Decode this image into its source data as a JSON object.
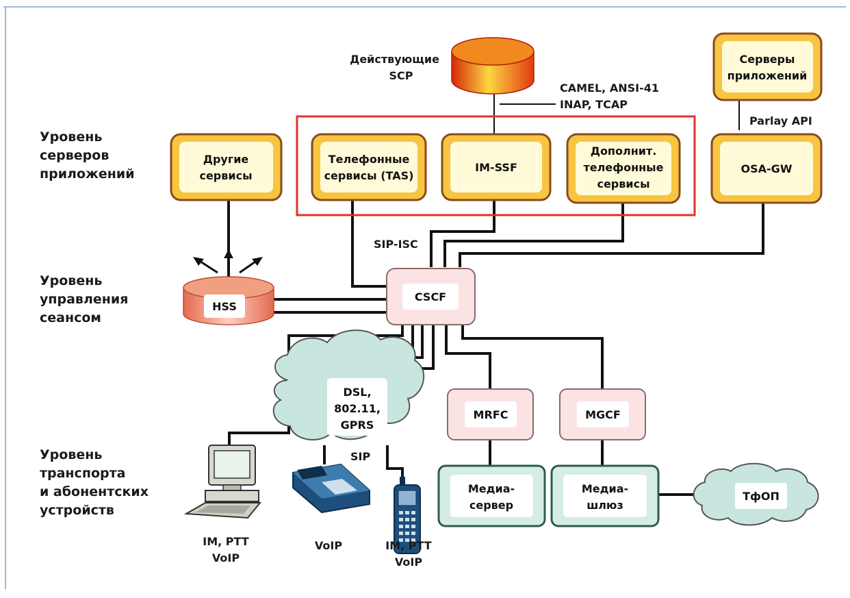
{
  "levels": {
    "app_servers": [
      "Уровень",
      "серверов",
      "приложений"
    ],
    "session_control": [
      "Уровень",
      "управления",
      "сеансом"
    ],
    "transport": [
      "Уровень",
      "транспорта",
      "и абонентских",
      "устройств"
    ]
  },
  "nodes": {
    "scp": [
      "Действующие",
      "SCP"
    ],
    "app_servers": [
      "Серверы",
      "приложений"
    ],
    "other_services": [
      "Другие",
      "сервисы"
    ],
    "tas": [
      "Телефонные",
      "сервисы (TAS)"
    ],
    "im_ssf": "IM-SSF",
    "extra_services": [
      "Дополнит.",
      "телефонные",
      "сервисы"
    ],
    "osa_gw": "OSA-GW",
    "hss": "HSS",
    "cscf": "CSCF",
    "access_cloud": [
      "DSL,",
      "802.11,",
      "GPRS"
    ],
    "mrfc": "MRFC",
    "mgcf": "MGCF",
    "media_server": [
      "Медиа-",
      "сервер"
    ],
    "media_gateway": [
      "Медиа-",
      "шлюз"
    ],
    "pstn": "ТфОП"
  },
  "labels": {
    "camel": [
      "CAMEL, ANSI-41",
      "INAP, TCAP"
    ],
    "parlay": "Parlay API",
    "sip_isc": "SIP-ISC",
    "sip": "SIP"
  },
  "devices": {
    "pc": [
      "IM, PTT",
      "VoIP"
    ],
    "phone": "VoIP",
    "mobile": [
      "IM, PTT",
      "VoIP"
    ]
  },
  "colors": {
    "app_border": "#8a4a1c",
    "app_fill_outer": "#f7c542",
    "app_fill_inner": "#fffbd8",
    "highlight_frame": "#e03030",
    "cscf_fill": "#fbe3e3",
    "hss_fill": "#f2a88a",
    "media_fill": "#d5ede4",
    "cloud_fill": "#c8e6df",
    "device_blue": "#1e4f7c"
  }
}
